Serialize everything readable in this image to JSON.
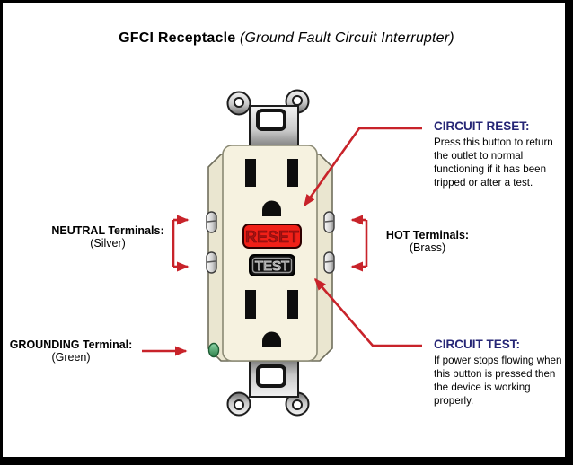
{
  "title": {
    "main": "GFCI Receptacle",
    "sub": " (Ground Fault Circuit Interrupter)"
  },
  "labels": {
    "neutral": {
      "title": "NEUTRAL Terminals:",
      "sub": "(Silver)"
    },
    "hot": {
      "title": "HOT Terminals:",
      "sub": "(Brass)"
    },
    "grounding": {
      "title": "GROUNDING Terminal:",
      "sub": "(Green)"
    },
    "circuit_reset": {
      "title": "CIRCUIT RESET:",
      "description": "Press this button to return the outlet to normal functioning if it has been tripped or after a test."
    },
    "circuit_test": {
      "title": "CIRCUIT TEST:",
      "description": "If power stops flowing when this button is pressed then the device is working properly."
    }
  },
  "receptacle": {
    "reset_button": "RESET",
    "test_button": "TEST"
  },
  "colors": {
    "arrow_red": "#c8232a",
    "heading_navy": "#252575",
    "reset_button_red": "#f02018",
    "reset_text_dark_red": "#a61212",
    "test_button_black": "#101010",
    "body_cream": "#f6f2e0",
    "wing_cream": "#eae6d0",
    "ground_green": "#43a05f",
    "frame_black": "#000000"
  }
}
